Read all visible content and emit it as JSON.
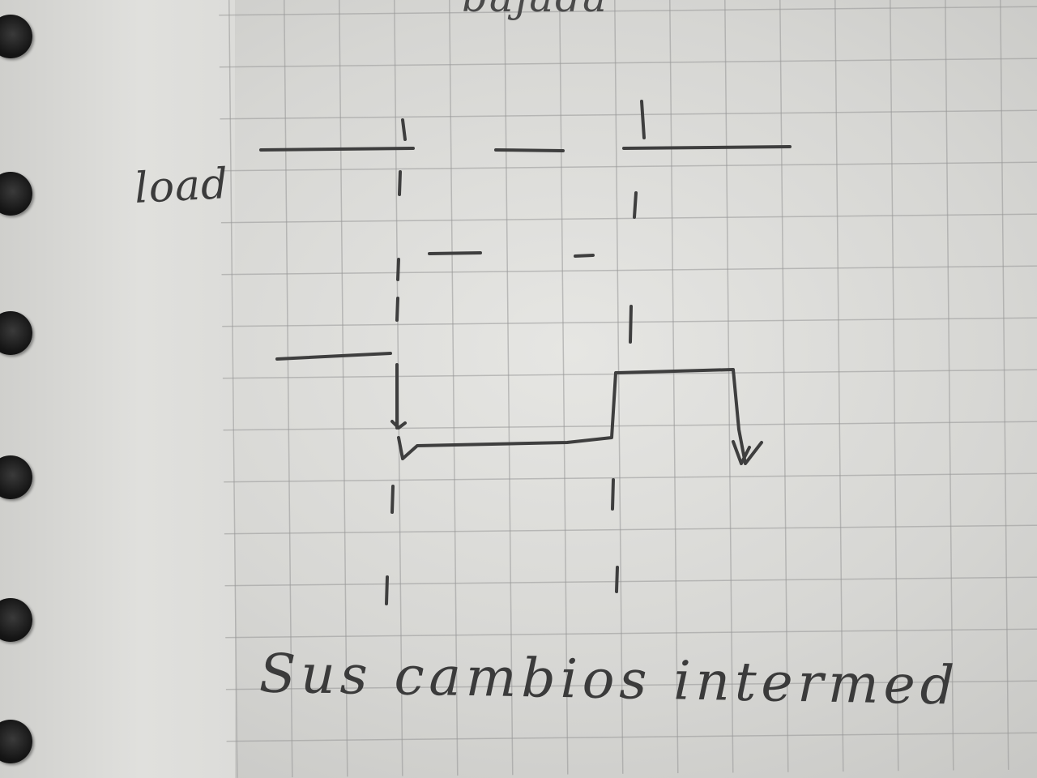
{
  "notes": {
    "top_text": "bajada",
    "signal_label": "load",
    "bottom_text": "Sus cambios intermed"
  },
  "page_edges": {
    "paper_color": "#e2e2df",
    "ink_color": "#3b3b3b"
  }
}
